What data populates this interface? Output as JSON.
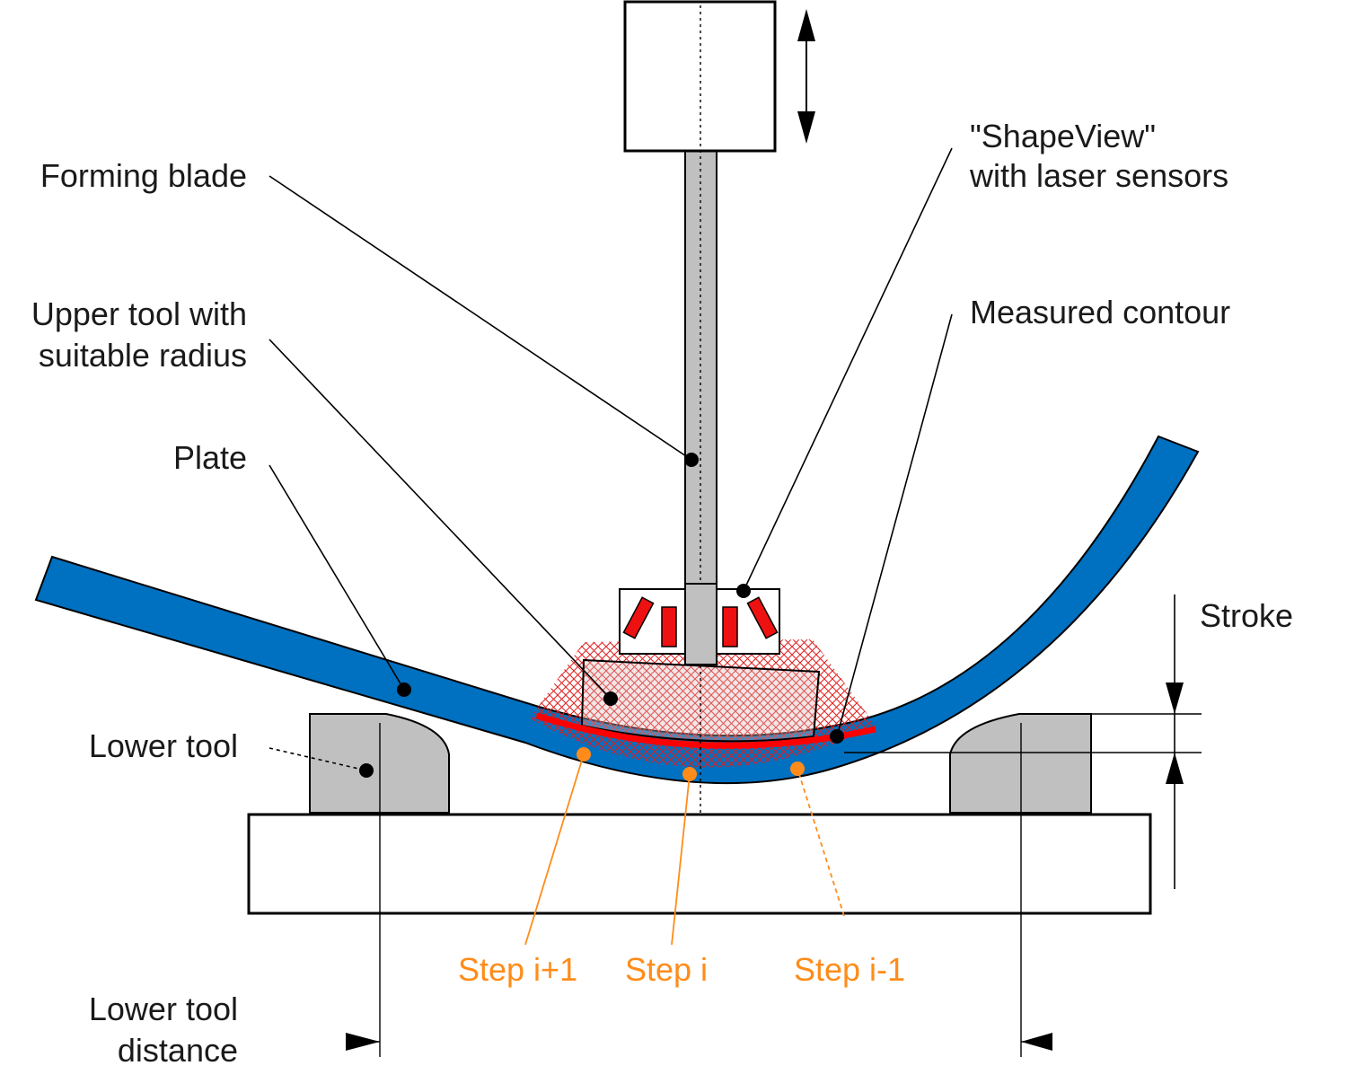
{
  "labels": {
    "forming_blade": "Forming blade",
    "upper_tool_line1": "Upper tool with",
    "upper_tool_line2": "suitable radius",
    "plate": "Plate",
    "lower_tool": "Lower tool",
    "lower_tool_distance_line1": "Lower tool",
    "lower_tool_distance_line2": "distance",
    "shapeview_line1": "\"ShapeView\"",
    "shapeview_line2": "with laser sensors",
    "measured_contour": "Measured contour",
    "stroke": "Stroke",
    "step_next": "Step i+1",
    "step_current": "Step i",
    "step_prev": "Step i-1"
  },
  "colors": {
    "plate": "#0070c0",
    "tool_gray": "#c0c0c0",
    "sensor_red": "#ee1111",
    "contour_red": "#ff0000",
    "step_orange": "#ff8c1a",
    "line": "#000000"
  }
}
